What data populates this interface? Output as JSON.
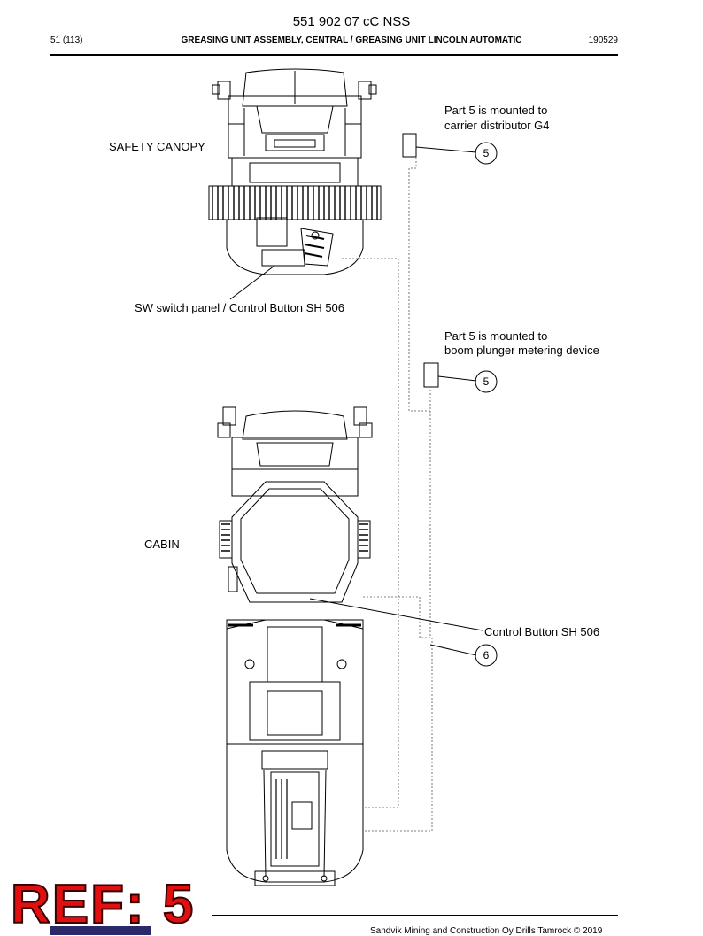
{
  "header": {
    "doc_number": "551 902 07 cC NSS",
    "page_ref": "51 (113)",
    "section_title": "GREASING UNIT ASSEMBLY, CENTRAL / GREASING UNIT LINCOLN AUTOMATIC",
    "date_code": "190529"
  },
  "labels": {
    "safety_canopy": "SAFETY CANOPY",
    "sw_switch_panel": "SW switch panel / Control Button SH 506",
    "cabin": "CABIN",
    "note_top_line1": "Part 5 is mounted to",
    "note_top_line2": "carrier distributor G4",
    "note_mid_line1": "Part 5 is mounted to",
    "note_mid_line2": "boom plunger metering device",
    "control_button": "Control Button SH 506"
  },
  "balloons": {
    "top": "5",
    "middle": "5",
    "bottom": "6"
  },
  "stamp": {
    "text": "REF: 5",
    "color": "#e01010"
  },
  "footer": {
    "copyright": "Sandvik Mining and Construction Oy Drills Tamrock © 2019"
  }
}
